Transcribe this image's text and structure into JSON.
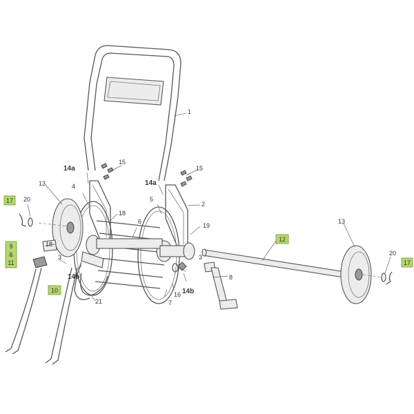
{
  "diagram": {
    "callouts": {
      "c1": "1",
      "c2": "2",
      "c3a": "3",
      "c3b": "3",
      "c4": "4",
      "c5": "5",
      "c6": "6",
      "c7": "7",
      "c8": "8",
      "c13a": "13",
      "c13b": "13",
      "c14a_left": "14a",
      "c14a_right": "14a",
      "c14b_left": "14b",
      "c14b_right": "14b",
      "c15a": "15",
      "c15b": "15",
      "c16": "16",
      "c18a": "18",
      "c18b": "18",
      "c19": "19",
      "c20a": "20",
      "c20b": "20",
      "c21": "21"
    },
    "highlighted": {
      "h9": "9",
      "h_amp": "&",
      "h11": "11",
      "h10": "10",
      "h12": "12",
      "h17a": "17",
      "h17b": "17"
    },
    "colors": {
      "highlight": "#b6d76e",
      "line": "#555555"
    }
  }
}
